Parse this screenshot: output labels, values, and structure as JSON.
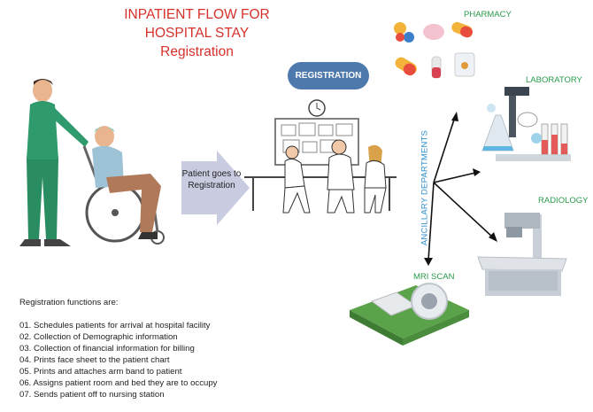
{
  "title": {
    "line1": "INPATIENT FLOW FOR",
    "line2": "HOSPITAL STAY",
    "line3": "Registration"
  },
  "registration_label": "REGISTRATION",
  "transition_text": "Patient goes to Registration",
  "ancillary_label": "ANCILLARY DEPARTMENTS",
  "departments": {
    "pharmacy": "PHARMACY",
    "laboratory": "LABORATORY",
    "radiology": "RADIOLOGY",
    "mri": "MRI SCAN"
  },
  "functions": {
    "heading": "Registration functions are:",
    "items": [
      "01. Schedules patients for arrival at hospital facility",
      "02. Collection of Demographic information",
      "03. Collection of financial information for billing",
      "04. Prints face sheet to the patient chart",
      "05. Prints and attaches arm band to patient",
      "06. Assigns patient room and bed they are to occupy",
      "07. Sends patient off to nursing station"
    ]
  },
  "colors": {
    "title": "#d6312b",
    "pill": "#4e79ad",
    "dept_text": "#2a9a4c",
    "ancillary_text": "#2f8fd0",
    "arrow_fill": "#c9cbe0"
  }
}
